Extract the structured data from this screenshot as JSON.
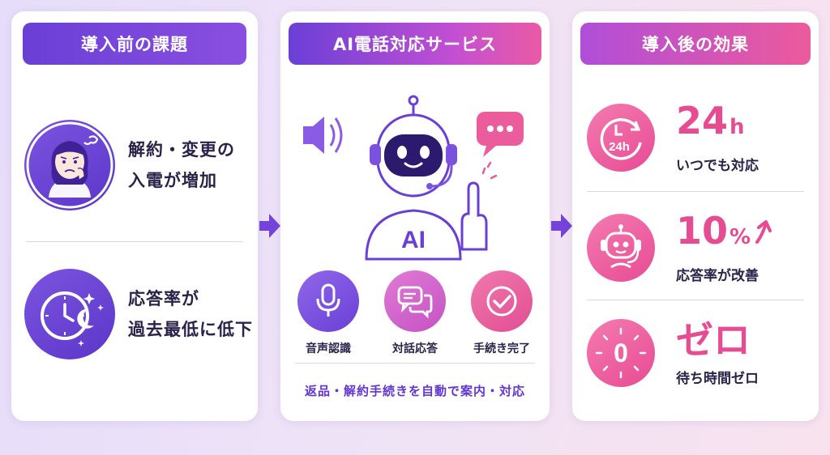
{
  "before": {
    "title": "導入前の課題",
    "items": [
      {
        "line1": "解約・変更の",
        "line2": "入電が増加"
      },
      {
        "line1": "応答率が",
        "line2": "過去最低に低下"
      }
    ]
  },
  "service": {
    "title": "AI電話対応サービス",
    "robot_badge": "AI",
    "features": [
      {
        "label": "音声認識",
        "icon": "microphone-icon",
        "color": "#7b52de"
      },
      {
        "label": "対話応答",
        "icon": "chat-bubbles-icon",
        "color": "#d360c4"
      },
      {
        "label": "手続き完了",
        "icon": "check-circle-icon",
        "color": "#ea5c9c"
      }
    ],
    "tagline": "返品・解約手続きを自動で案内・対応"
  },
  "after": {
    "title": "導入後の効果",
    "results": [
      {
        "value": "24",
        "unit": "h",
        "desc": "いつでも対応",
        "icon": "clock-24h-icon",
        "icon_text": "24h"
      },
      {
        "value": "10",
        "unit": "%",
        "desc": "応答率が改善",
        "icon": "robot-headset-icon"
      },
      {
        "value": "ゼロ",
        "unit": "",
        "desc": "待ち時間ゼロ",
        "icon": "zero-burst-icon",
        "icon_text": "0"
      }
    ]
  },
  "colors": {
    "purple": "#6a3fd6",
    "pink": "#e84b93",
    "text": "#2a2248"
  }
}
